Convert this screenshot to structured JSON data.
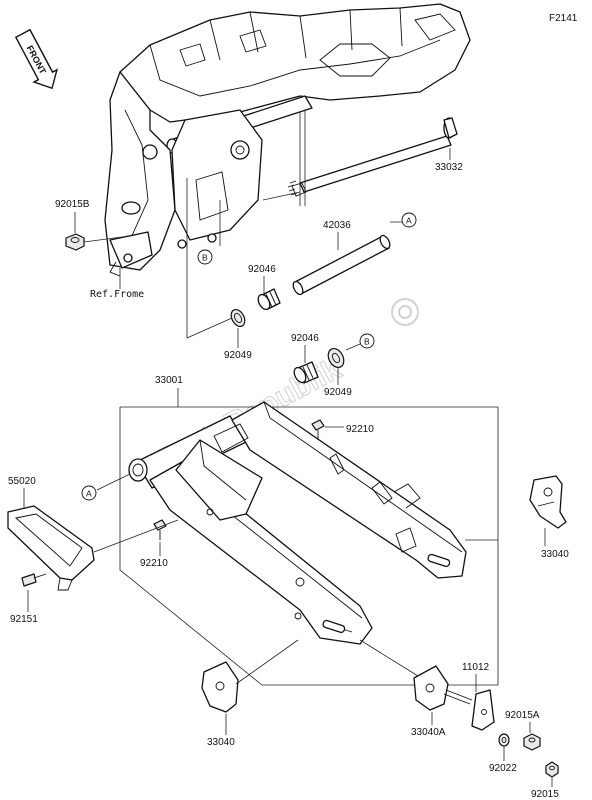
{
  "figure_code": "F2141",
  "front_label": "FRONT",
  "ref_label": "Ref.Frome",
  "watermark": "PartsRepublik",
  "parts": [
    {
      "num": "33032"
    },
    {
      "num": "92015B"
    },
    {
      "num": "42036"
    },
    {
      "num": "92046"
    },
    {
      "num": "92049"
    },
    {
      "num": "92046"
    },
    {
      "num": "92049"
    },
    {
      "num": "33001"
    },
    {
      "num": "92210"
    },
    {
      "num": "55020"
    },
    {
      "num": "92210"
    },
    {
      "num": "92151"
    },
    {
      "num": "33040"
    },
    {
      "num": "33040"
    },
    {
      "num": "33040A"
    },
    {
      "num": "11012"
    },
    {
      "num": "92015A"
    },
    {
      "num": "92022"
    },
    {
      "num": "92015"
    }
  ],
  "callouts": {
    "a": "A",
    "b": "B"
  }
}
